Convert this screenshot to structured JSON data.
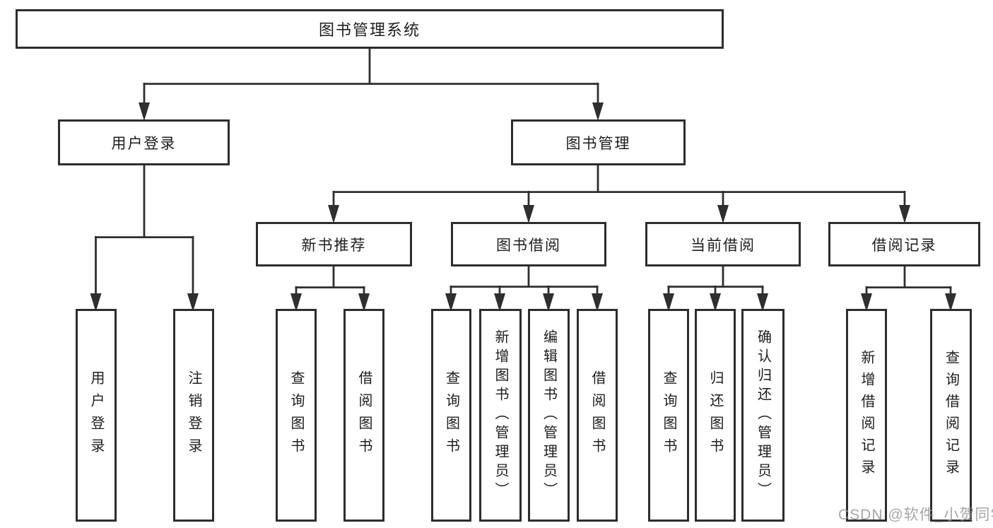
{
  "nodes": {
    "root": "图书管理系统",
    "user_login": "用户登录",
    "book_mgmt": "图书管理",
    "ul_login": "用户登录",
    "ul_logout": "注销登录",
    "new_book_rec": "新书推荐",
    "book_borrow": "图书借阅",
    "current_borrow": "当前借阅",
    "borrow_record": "借阅记录",
    "nbr_query": "查询图书",
    "nbr_borrow": "借阅图书",
    "bb_query": "查询图书",
    "bb_add": "新增图书（管理员）",
    "bb_edit": "编辑图书（管理员）",
    "bb_borrow": "借阅图书",
    "cb_query": "查询图书",
    "cb_return": "归还图书",
    "cb_confirm": "确认归还（管理员）",
    "br_add": "新增借阅记录",
    "br_query": "查询借阅记录"
  },
  "hierarchy": {
    "图书管理系统": {
      "用户登录": [
        "用户登录",
        "注销登录"
      ],
      "图书管理": {
        "新书推荐": [
          "查询图书",
          "借阅图书"
        ],
        "图书借阅": [
          "查询图书",
          "新增图书（管理员）",
          "编辑图书（管理员）",
          "借阅图书"
        ],
        "当前借阅": [
          "查询图书",
          "归还图书",
          "确认归还（管理员）"
        ],
        "借阅记录": [
          "新增借阅记录",
          "查询借阅记录"
        ]
      }
    }
  },
  "watermark": "CSDN @软件_小贺同学",
  "colors": {
    "line": "#2f2f2f",
    "box_border": "#2d2d2d",
    "text": "#1d1d1f",
    "background": "#ffffff",
    "watermark": "#a0a0a0"
  }
}
